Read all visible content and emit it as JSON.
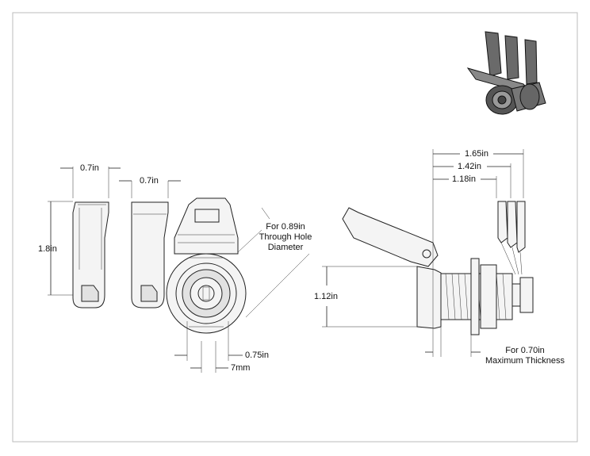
{
  "dimensions": {
    "key_width_1": "0.7in",
    "key_width_2": "0.7in",
    "key_height": "1.8in",
    "through_hole_note": "For 0.89in\nThrough Hole\nDiameter",
    "face_dim_1": "0.75in",
    "face_dim_2": "7mm",
    "overall_length": "1.65in",
    "length_2": "1.42in",
    "length_3": "1.18in",
    "body_height": "1.12in",
    "thickness_note": "For 0.70in\nMaximum Thickness"
  },
  "colors": {
    "line": "#222222",
    "part_fill": "#f4f4f4",
    "dark_part": "#6a6a6a"
  }
}
